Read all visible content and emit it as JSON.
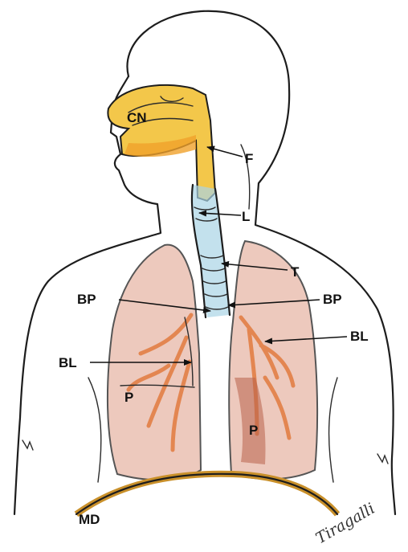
{
  "labels": {
    "cn": "CN",
    "f": "F",
    "l": "L",
    "t": "T",
    "bp_left": "BP",
    "bp_right": "BP",
    "bl_left": "BL",
    "bl_right": "BL",
    "p_left": "P",
    "p_right": "P",
    "md": "MD"
  },
  "signature": "Tiragalli",
  "colors": {
    "nasal_cavity": "#f3c74a",
    "nasal_orange": "#f0a12a",
    "trachea_blue": "#a9d4e6",
    "lung_pink": "#e7b8a8",
    "bronchi_orange": "#e07a3e",
    "diaphragm": "#c9902a",
    "outline": "#1d1d1d"
  }
}
